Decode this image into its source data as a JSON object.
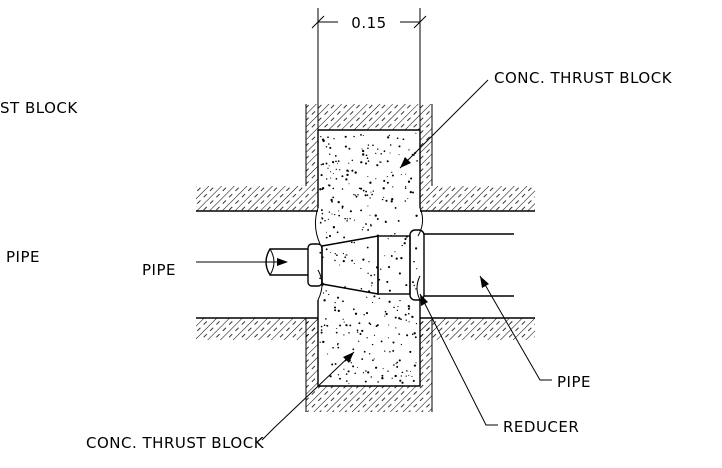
{
  "labels": {
    "dimension": "0.15",
    "thrust_block_top": "CONC. THRUST BLOCK",
    "thrust_block_bottom": "CONC. THRUST BLOCK",
    "partial_thrust_block": "ST BLOCK",
    "partial_pipe": "PIPE",
    "pipe_left": "PIPE",
    "pipe_right": "PIPE",
    "reducer": "REDUCER"
  }
}
